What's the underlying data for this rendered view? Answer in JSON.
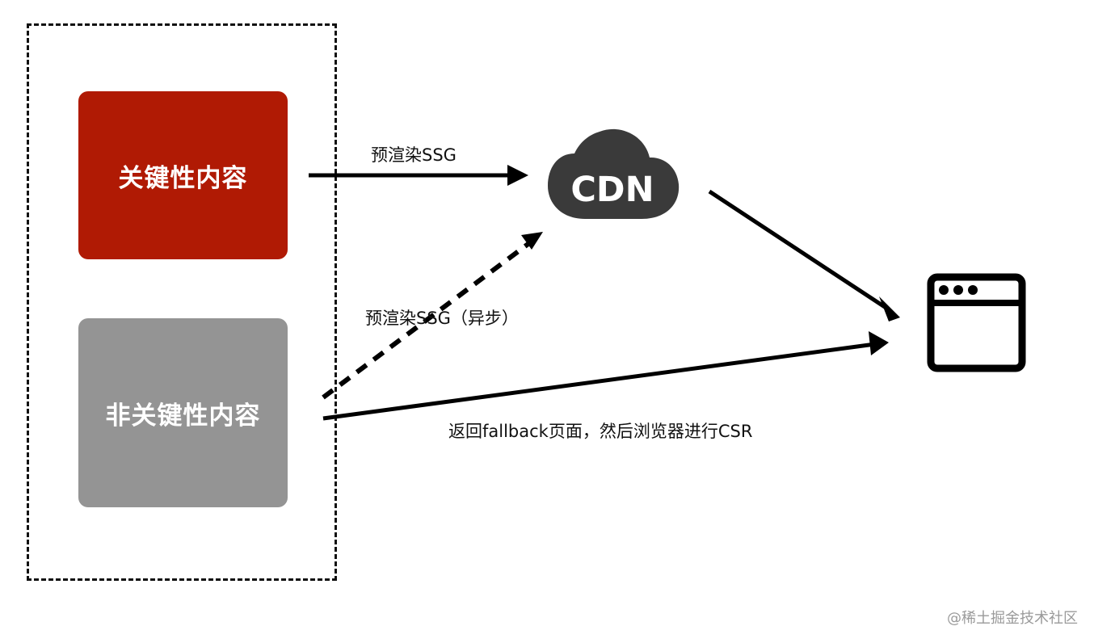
{
  "diagram": {
    "nodes": {
      "critical": {
        "label": "关键性内容",
        "color": "#b01a04"
      },
      "noncritical": {
        "label": "非关键性内容",
        "color": "#949494"
      },
      "cdn": {
        "label": "CDN",
        "color": "#3a3a3a"
      }
    },
    "edges": {
      "ssg": "预渲染SSG",
      "ssg_async": "预渲染SSG（异步）",
      "fallback": "返回fallback页面，然后浏览器进行CSR"
    }
  },
  "watermark": "@稀土掘金技术社区"
}
